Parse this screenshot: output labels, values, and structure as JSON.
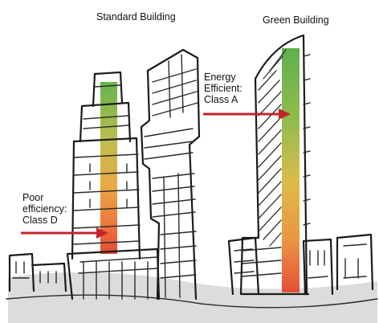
{
  "headings": {
    "standard": "Standard Building",
    "green": "Green Building"
  },
  "annotations": {
    "green": [
      "Energy",
      "Efficient:",
      "Class A"
    ],
    "standard": [
      "Poor",
      "efficiency:",
      "Class D"
    ]
  },
  "colors": {
    "arrow": "#c4242b",
    "efficient_top": "#5aae3c",
    "efficient_mid": "#d9b335",
    "poor_bottom": "#e23d22",
    "ink": "#1b1b1b"
  },
  "energy_bars": [
    {
      "name": "standard-building-energy-bar",
      "class": "D"
    },
    {
      "name": "green-building-energy-bar",
      "class": "A"
    }
  ]
}
